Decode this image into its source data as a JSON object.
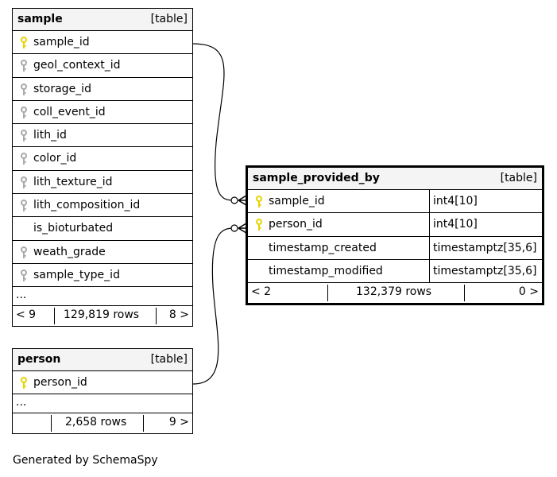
{
  "tables": {
    "sample": {
      "name": "sample",
      "kind": "[table]",
      "columns": [
        {
          "name": "sample_id",
          "key": "primary"
        },
        {
          "name": "geol_context_id",
          "key": "foreign"
        },
        {
          "name": "storage_id",
          "key": "foreign"
        },
        {
          "name": "coll_event_id",
          "key": "foreign"
        },
        {
          "name": "lith_id",
          "key": "foreign"
        },
        {
          "name": "color_id",
          "key": "foreign"
        },
        {
          "name": "lith_texture_id",
          "key": "foreign"
        },
        {
          "name": "lith_composition_id",
          "key": "foreign"
        },
        {
          "name": "is_bioturbated",
          "key": "none"
        },
        {
          "name": "weath_grade",
          "key": "foreign"
        },
        {
          "name": "sample_type_id",
          "key": "foreign"
        }
      ],
      "ellipsis": "...",
      "footer": {
        "parents": "< 9",
        "rows": "129,819 rows",
        "children": "8 >"
      }
    },
    "person": {
      "name": "person",
      "kind": "[table]",
      "columns": [
        {
          "name": "person_id",
          "key": "primary"
        }
      ],
      "ellipsis": "...",
      "footer": {
        "parents": "",
        "rows": "2,658 rows",
        "children": "9 >"
      }
    },
    "sample_provided_by": {
      "name": "sample_provided_by",
      "kind": "[table]",
      "columns": [
        {
          "name": "sample_id",
          "type": "int4[10]",
          "key": "primary"
        },
        {
          "name": "person_id",
          "type": "int4[10]",
          "key": "primary"
        },
        {
          "name": "timestamp_created",
          "type": "timestamptz[35,6]",
          "key": "none"
        },
        {
          "name": "timestamp_modified",
          "type": "timestamptz[35,6]",
          "key": "none"
        }
      ],
      "footer": {
        "parents": "< 2",
        "rows": "132,379 rows",
        "children": "0 >"
      }
    }
  },
  "caption": "Generated by SchemaSpy",
  "colors": {
    "primary_key": "#e6d400",
    "foreign_key": "#a9a9a9",
    "header_bg": "#f4f4f4"
  }
}
